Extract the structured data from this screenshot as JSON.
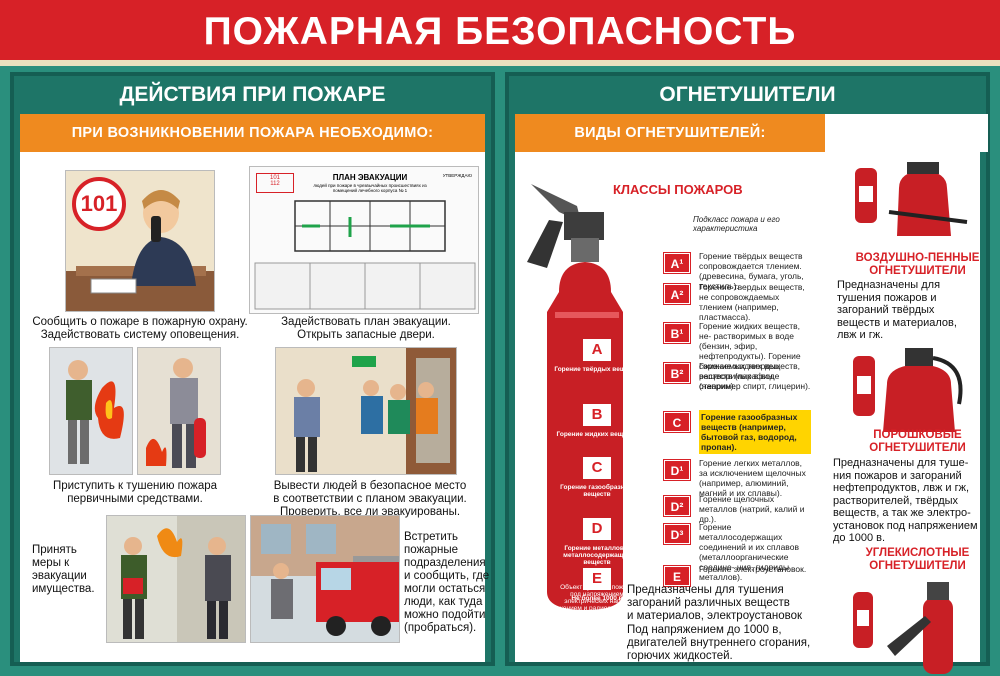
{
  "title": "ПОЖАРНАЯ БЕЗОПАСНОСТЬ",
  "left": {
    "header": "ДЕЙСТВИЯ ПРИ ПОЖАРЕ",
    "subheader": "ПРИ ВОЗНИКНОВЕНИИ ПОЖАРА НЕОБХОДИМО:",
    "phone_number": "101",
    "plan": {
      "title": "ПЛАН ЭВАКУАЦИИ",
      "subtitle": "людей при пожаре в чрезвычайных происшествиях из помещений лечебного корпуса № 1",
      "approve": "УТВЕРЖДАЮ",
      "phones": [
        "101",
        "112"
      ]
    },
    "steps": [
      {
        "line1": "Сообщить о пожаре в пожарную охрану.",
        "line2": "Задействовать систему оповещения."
      },
      {
        "line1": "Задействовать план эвакуации.",
        "line2": "Открыть запасные двери."
      },
      {
        "line1": "Приступить к тушению пожара",
        "line2": "первичными средствами."
      },
      {
        "line1": "Вывести людей в безопасное место",
        "line2": "в соответствии с планом эвакуации.",
        "line3": "Проверить, все ли эвакуированы."
      },
      {
        "line1": "Принять",
        "line2": "меры к",
        "line3": "эвакуации",
        "line4": "имущества."
      },
      {
        "line1": "Встретить",
        "line2": "пожарные",
        "line3": "подразделения",
        "line4": "и сообщить, где",
        "line5": "могли остаться",
        "line6": "люди, как туда",
        "line7": "можно подойти",
        "line8": "(пробраться)."
      }
    ]
  },
  "right": {
    "header": "ОГНЕТУШИТЕЛИ",
    "subheader": "ВИДЫ ОГНЕТУШИТЕЛЕЙ:",
    "classes_title": "КЛАССЫ ПОЖАРОВ",
    "subclass_title": "Подкласс пожара и его характеристика",
    "bottle_classes": [
      {
        "letter": "A",
        "label": "Горение твёрдых веществ"
      },
      {
        "letter": "B",
        "label": "Горение жидких веществ"
      },
      {
        "letter": "C",
        "label": "Горение газообразных веществ"
      },
      {
        "letter": "D",
        "label": "Горение металлов и металлосодержащих веществ"
      },
      {
        "letter": "E",
        "label": "Не более 1000 в"
      }
    ],
    "bottle_bottom": "Объект тушения пожара под напряжением электрических напря- жением и радиоактивных отходов",
    "subclasses": [
      {
        "code": "A¹",
        "text": "Горение твёрдых веществ сопровождается тлением. (древесина, бумага, уголь, текстиль)."
      },
      {
        "code": "A²",
        "text": "Горение твердых веществ, не сопровождаемых тлением (например, пластмасса)."
      },
      {
        "code": "B¹",
        "text": "Горение жидких веществ, не- растворимых в воде (бензин, эфир, нефтепродукты). Горение сжижаемых твердых веществ (парафин, стеарин)."
      },
      {
        "code": "B²",
        "text": "Горение жидких веществ, растворимых в воде (например спирт, глицерин)."
      },
      {
        "code": "C",
        "text": "Горение газообразных веществ (например, бытовой газ, водород, пропан)."
      },
      {
        "code": "D¹",
        "text": "Горение легких металлов, за исключением щелочных (например, алюминий, магний и их сплавы)."
      },
      {
        "code": "D²",
        "text": "Горение щелочных металлов (натрий, калий и др.)."
      },
      {
        "code": "D³",
        "text": "Горение металлосодержащих соединений и их сплавов (металлоорганические соедине- ния, гидриды металлов)."
      },
      {
        "code": "E",
        "text": "Горение электроустановок."
      }
    ],
    "bottom_text": [
      "Предназначены для тушения",
      "загораний различных веществ",
      "и материалов, электроустановок",
      "Под напряжением до 1000 в,",
      "двигателей внутреннего сгорания,",
      "горючих жидкостей."
    ],
    "types": [
      {
        "name1": "ВОЗДУШНО-ПЕННЫЕ",
        "name2": "ОГНЕТУШИТЕЛИ",
        "desc": [
          "Предназначены для",
          "тушения пожаров и",
          "загораний твёрдых",
          "веществ и материалов,",
          "лвж и гж."
        ]
      },
      {
        "name1": "ПОРОШКОВЫЕ",
        "name2": "ОГНЕТУШИТЕЛИ",
        "desc": [
          "Предназначены для туше-",
          "ния пожаров и загораний",
          "нефтепродуктов, лвж и гж,",
          "растворителей, твёрдых",
          "веществ, а так же электро-",
          "установок под напряжением",
          "до 1000 в."
        ]
      },
      {
        "name1": "УГЛЕКИСЛОТНЫЕ",
        "name2": "ОГНЕТУШИТЕЛИ",
        "desc": []
      }
    ]
  }
}
